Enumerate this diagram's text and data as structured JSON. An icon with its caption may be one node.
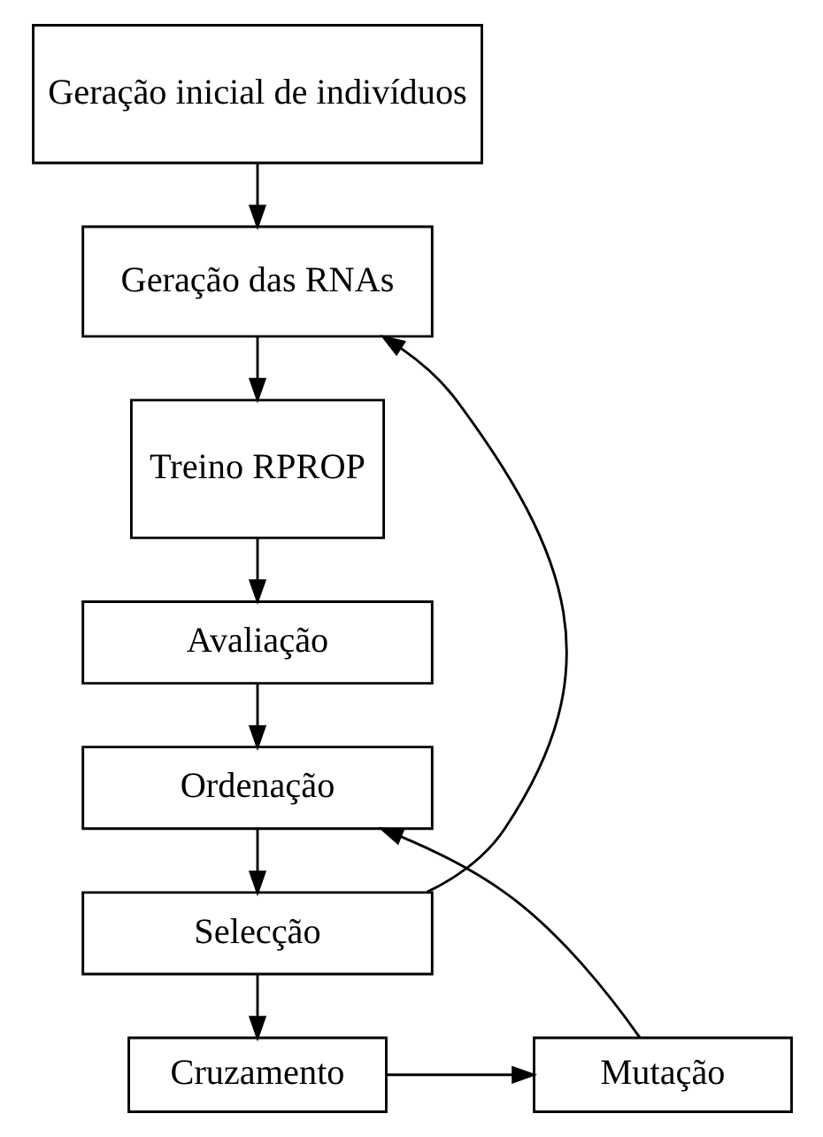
{
  "diagram": {
    "nodes": [
      {
        "text": [
          "Geração inicial de indivíduos"
        ]
      },
      {
        "text": [
          "Geração das RNAs"
        ]
      },
      {
        "text": [
          "Treino RPROP"
        ]
      },
      {
        "text": [
          "Avaliação"
        ]
      },
      {
        "text": [
          "Ordenação"
        ]
      },
      {
        "text": [
          "Selecção"
        ]
      },
      {
        "text": [
          "Cruzamento"
        ]
      },
      {
        "text": [
          "Mutação"
        ]
      }
    ],
    "edges": [
      {
        "from": 0,
        "to": 1,
        "arrow": "to"
      },
      {
        "from": 1,
        "to": 2,
        "arrow": "to"
      },
      {
        "from": 2,
        "to": 3,
        "arrow": "to"
      },
      {
        "from": 3,
        "to": 4,
        "arrow": "to"
      },
      {
        "from": 4,
        "to": 5,
        "arrow": "to"
      },
      {
        "from": 5,
        "to": 1,
        "arrow": "to"
      },
      {
        "from": 5,
        "to": 6,
        "arrow": "to"
      },
      {
        "from": 6,
        "to": 7,
        "arrow": "to"
      },
      {
        "from": 7,
        "to": 4,
        "arrow": "to"
      }
    ]
  }
}
